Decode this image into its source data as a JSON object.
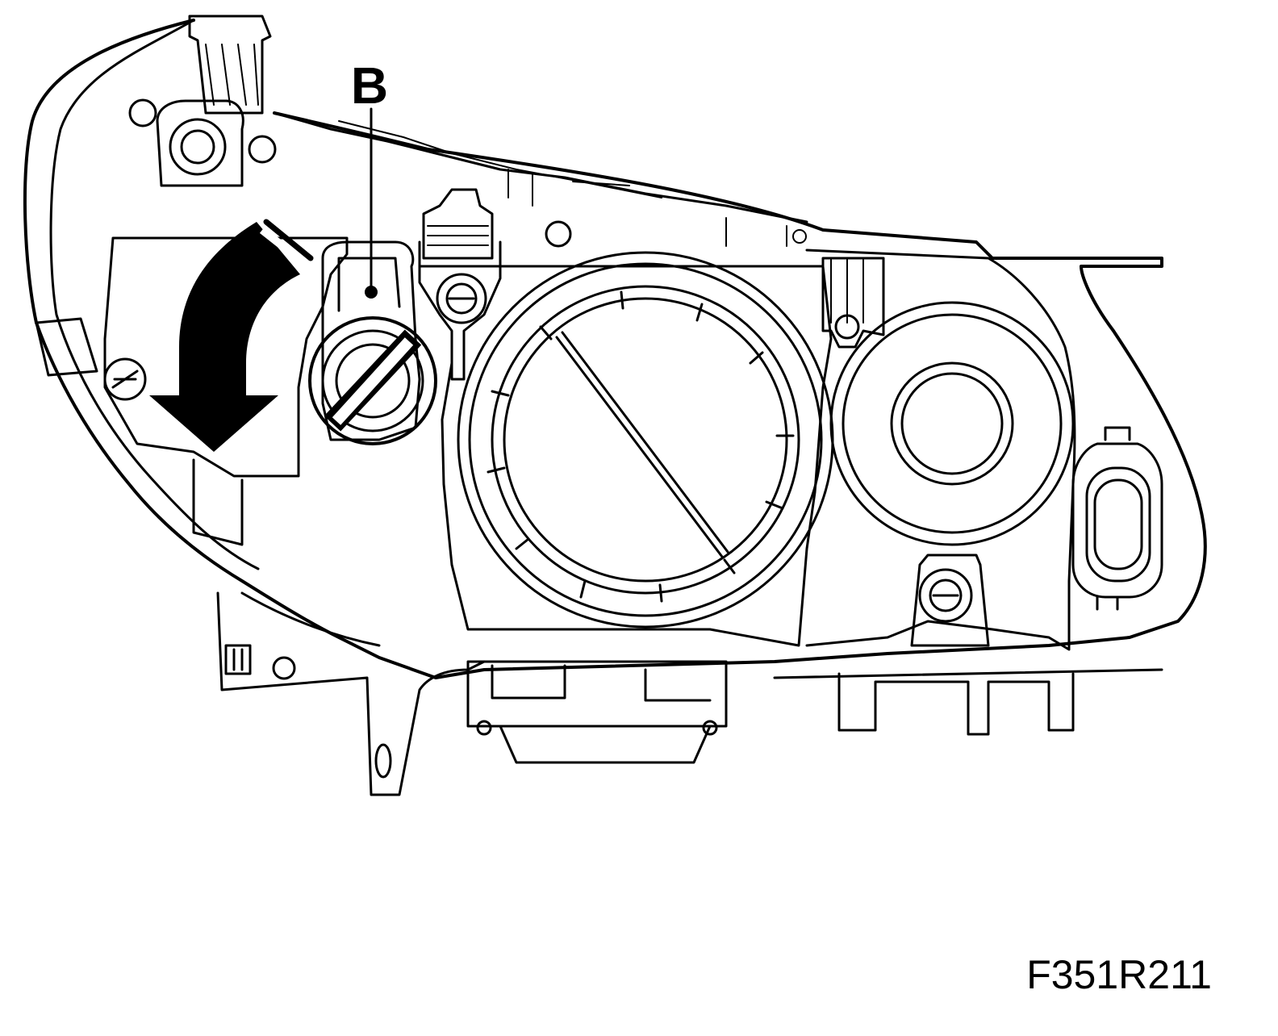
{
  "diagram": {
    "callouts": [
      {
        "label": "B",
        "target": "adjuster-screw"
      }
    ],
    "figure_id": "F351R211",
    "arrow": {
      "direction": "counterclockwise"
    },
    "colors": {
      "line": "#000000",
      "background": "#ffffff"
    }
  }
}
